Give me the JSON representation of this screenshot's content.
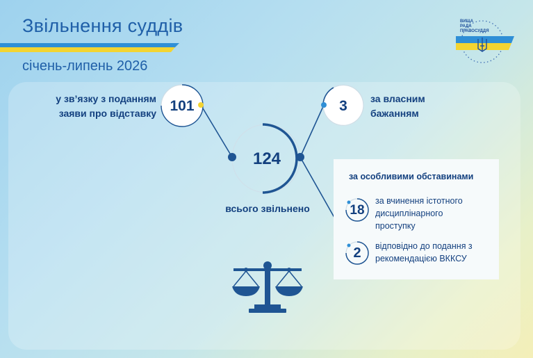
{
  "header": {
    "title": "Звільнення суддів",
    "period": "січень-липень 2026"
  },
  "logo": {
    "line1": "ВИЩА",
    "line2": "РАДА",
    "line3": "ПРАВОСУДДЯ"
  },
  "left": {
    "value": "101",
    "label_line1": "у зв’язку з поданням",
    "label_line2": "заяви про відставку"
  },
  "right": {
    "value": "3",
    "label_line1": "за власним",
    "label_line2": "бажанням"
  },
  "center": {
    "value": "124",
    "label": "всього звільнено"
  },
  "special": {
    "title": "за особливими обставинами",
    "items": [
      {
        "value": "18",
        "line1": "за вчинення істотного",
        "line2": "дисциплінарного",
        "line3": "проступку"
      },
      {
        "value": "2",
        "line1": "відповідно до подання з",
        "line2": "рекомендацією ВККСУ"
      }
    ]
  },
  "colors": {
    "primary": "#13407f",
    "accent_blue": "#2f8fd6",
    "accent_yellow": "#f3d431",
    "line": "#1f5593"
  },
  "icons": [
    "ukraine-trident-icon",
    "scales-of-justice-icon"
  ]
}
